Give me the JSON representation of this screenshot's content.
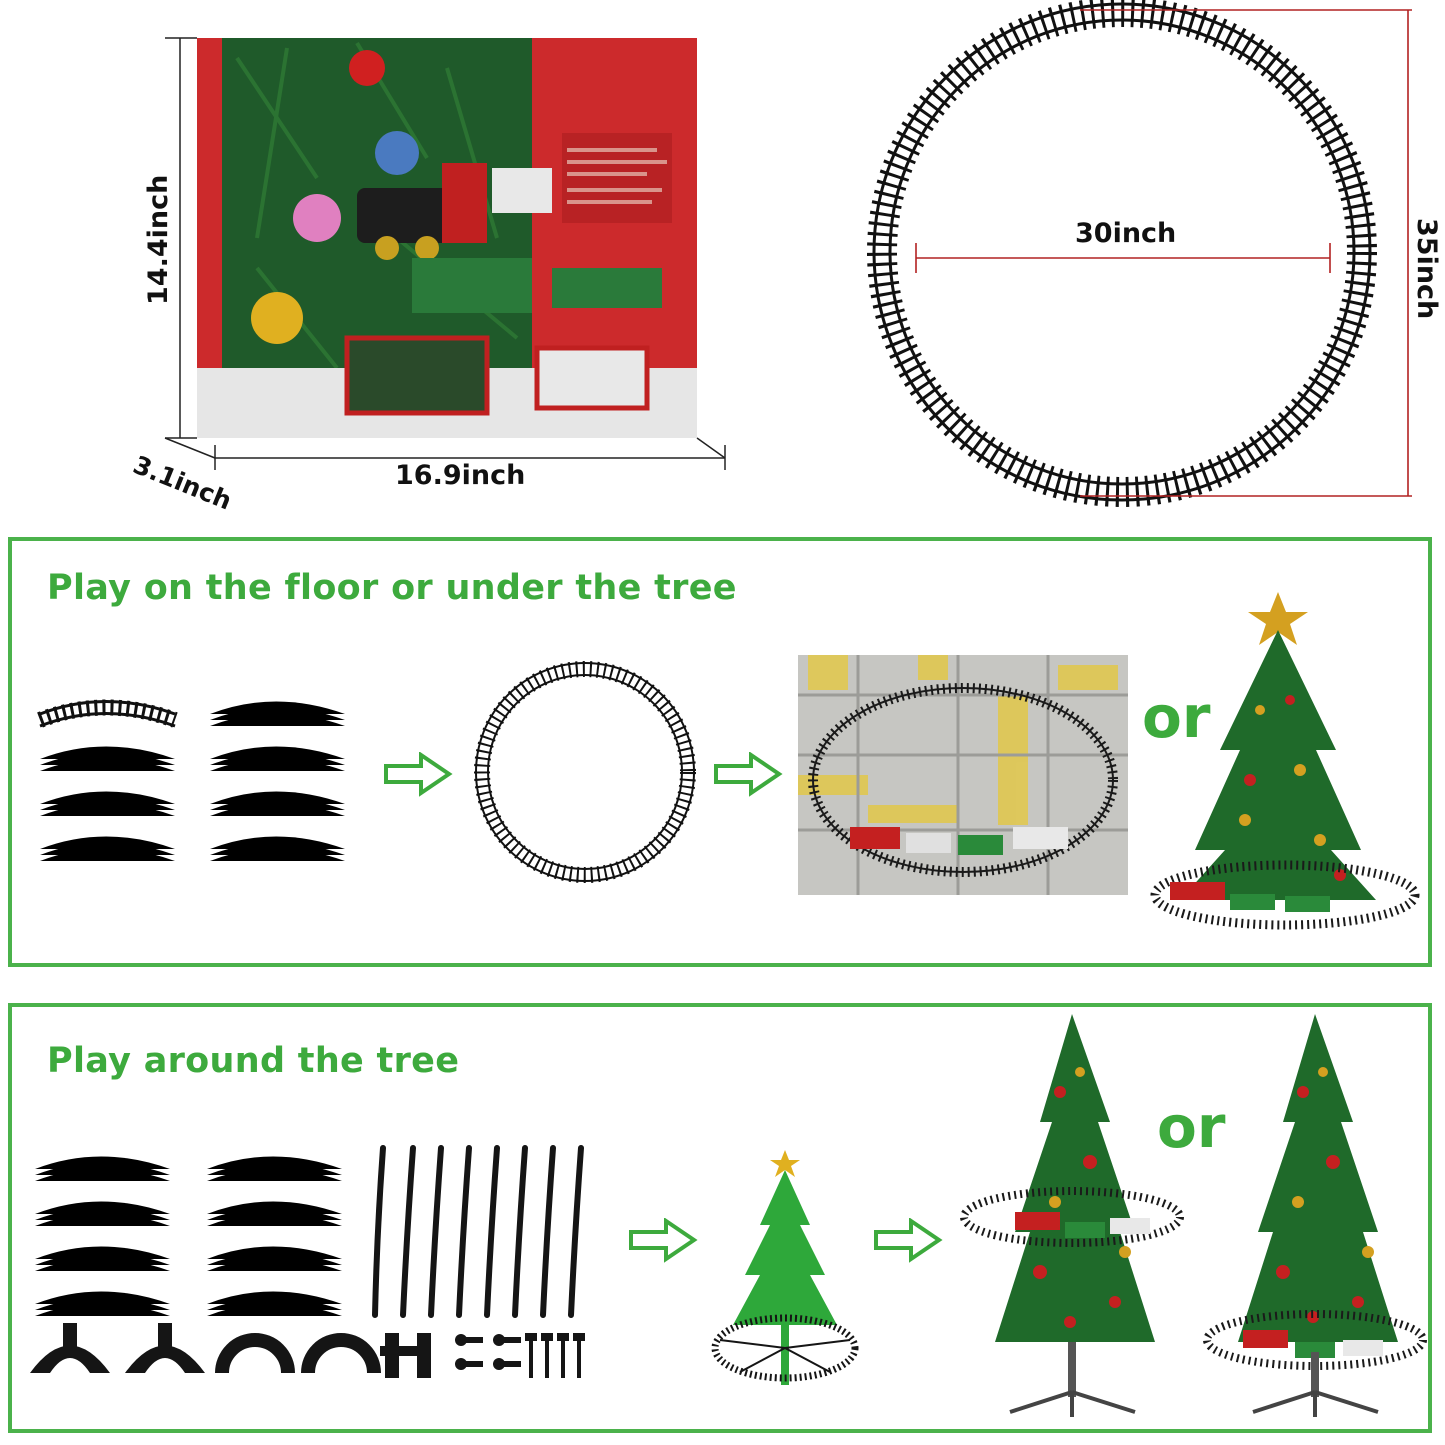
{
  "dimensions": {
    "box_height": "14.4inch",
    "box_depth": "3.1inch",
    "box_width": "16.9inch",
    "track_diameter": "30inch",
    "track_outer": "35inch"
  },
  "panels": {
    "floor": {
      "heading": "Play on the floor or under the tree",
      "or_label": "or"
    },
    "tree": {
      "heading": "Play around the tree",
      "or_label": "or"
    }
  },
  "colors": {
    "heading_green": "#3daa3d",
    "panel_border": "#4bb24b",
    "dimension_red": "#b22222"
  },
  "icons": [
    "arrow-right-icon",
    "track-piece-icon",
    "track-circle-icon",
    "christmas-tree-icon",
    "train-icon"
  ]
}
